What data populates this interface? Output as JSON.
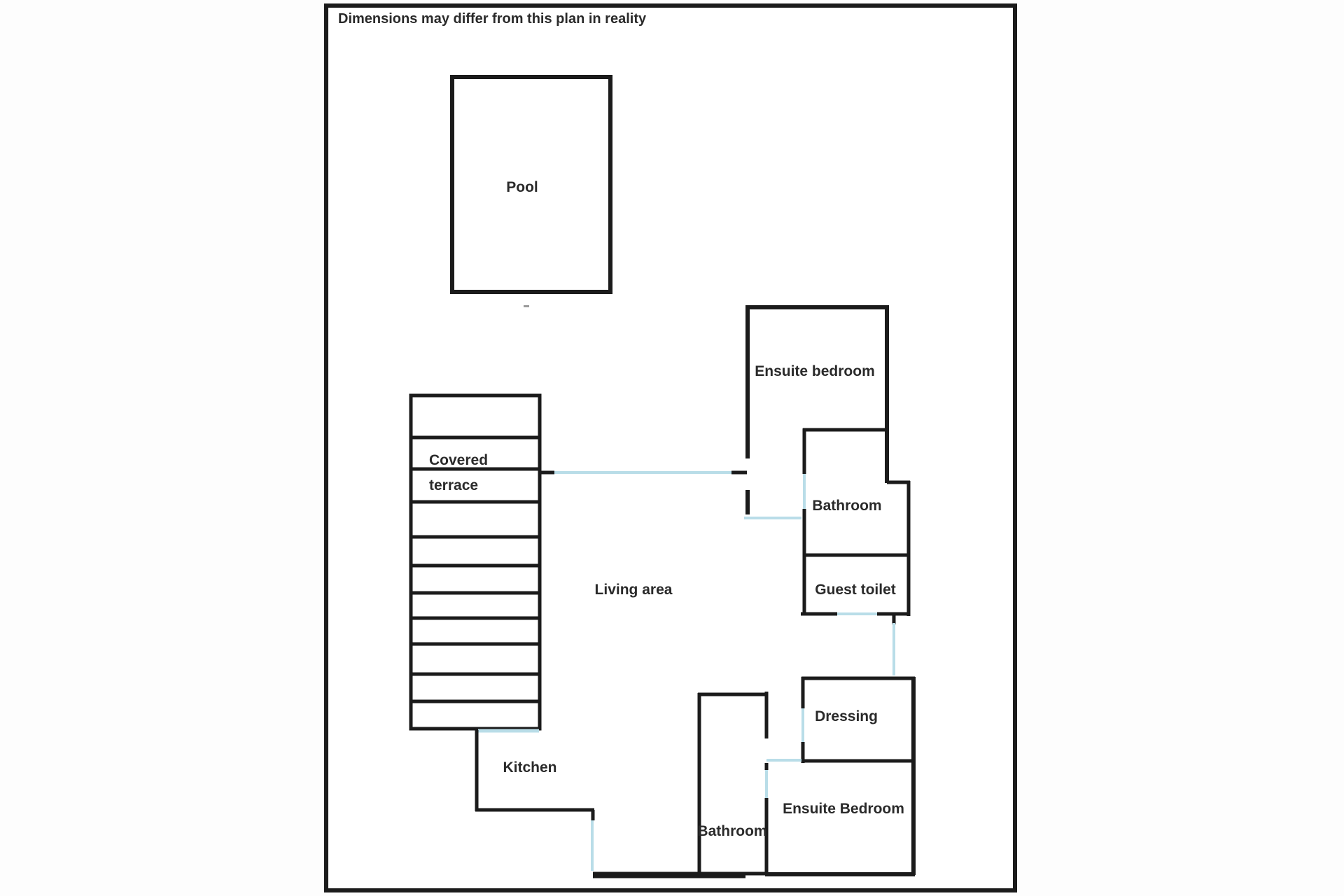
{
  "disclaimer": "Dimensions may differ from this plan in reality",
  "colors": {
    "wall": "#1b1b1b",
    "opening": "#b9dde8",
    "text": "#2a2a2a",
    "page_background": "#fdfdfd"
  },
  "rooms": {
    "pool": "Pool",
    "covered_terrace": {
      "line1": "Covered",
      "line2": "terrace"
    },
    "living_area": "Living area",
    "ensuite_bedroom_top": "Ensuite bedroom",
    "bathroom_top": "Bathroom",
    "guest_toilet": "Guest toilet",
    "dressing": "Dressing",
    "ensuite_bedroom_bottom": "Ensuite Bedroom",
    "bathroom_bottom": "Bathroom",
    "kitchen": "Kitchen"
  }
}
